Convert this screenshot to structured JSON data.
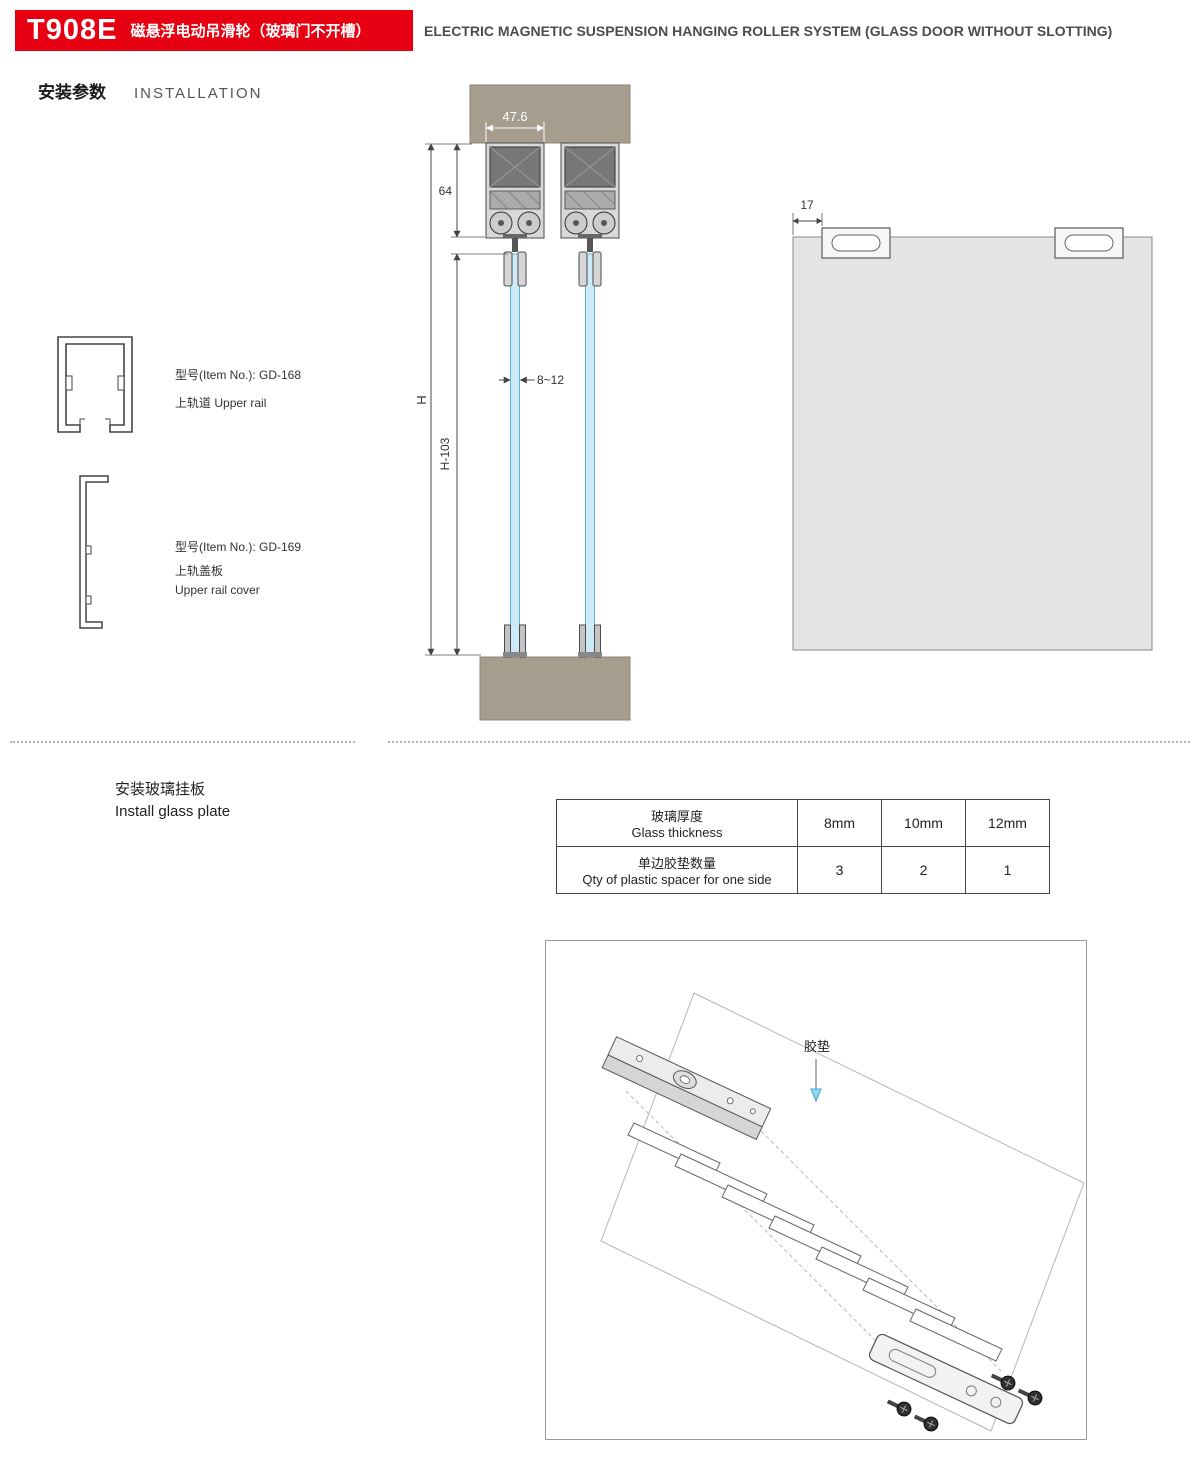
{
  "header": {
    "model": "T908E",
    "subtitle_cn": "磁悬浮电动吊滑轮（玻璃门不开槽）",
    "title_en": "ELECTRIC MAGNETIC SUSPENSION HANGING ROLLER SYSTEM (GLASS DOOR WITHOUT SLOTTING)",
    "accent_color": "#e60012"
  },
  "section_installation": {
    "title_cn": "安装参数",
    "title_en": "INSTALLATION"
  },
  "profiles": [
    {
      "item_no": "型号(Item No.): GD-168",
      "name_cn": "上轨道",
      "name_en": "Upper rail"
    },
    {
      "item_no": "型号(Item No.): GD-169",
      "name_cn": "上轨盖板",
      "name_en": "Upper rail cover"
    }
  ],
  "cross_section": {
    "dim_top_width": "47.6",
    "dim_rail_height": "64",
    "dim_door_height": "H",
    "dim_glass_height": "H-103",
    "dim_glass_thickness": "8~12"
  },
  "door_elevation": {
    "dim_clamp_offset": "17"
  },
  "glass_plate_section": {
    "title_cn": "安装玻璃挂板",
    "title_en": "Install glass plate"
  },
  "spacer_table": {
    "rows": [
      {
        "label_cn": "玻璃厚度",
        "label_en": "Glass thickness",
        "values": [
          "8mm",
          "10mm",
          "12mm"
        ]
      },
      {
        "label_cn": "单边胶垫数量",
        "label_en": "Qty of plastic spacer for one side",
        "values": [
          "3",
          "2",
          "1"
        ]
      }
    ]
  },
  "exploded_view": {
    "spacer_label": "胶垫"
  },
  "colors": {
    "accent": "#e60012",
    "glass": "#cdeaf8",
    "wall": "#a69d8f"
  }
}
